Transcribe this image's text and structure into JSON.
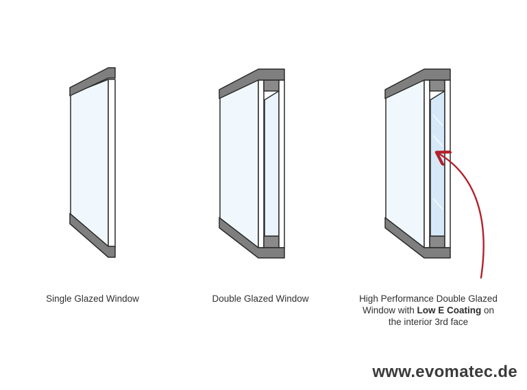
{
  "windows": [
    {
      "id": "single",
      "caption": "Single Glazed Window"
    },
    {
      "id": "double",
      "caption": "Double Glazed Window"
    },
    {
      "id": "high-performance",
      "caption_line1": "High Performance Double Glazed",
      "caption_line2_pre": "Window with ",
      "caption_line2_bold": "Low E Coating",
      "caption_line2_post": " on",
      "caption_line3": "the interior 3rd face"
    }
  ],
  "website": "www.evomatec.de",
  "colors": {
    "frame_fill": "#7f7f7f",
    "frame_outline": "#2a2a2a",
    "glass_fill": "#f1f8fd",
    "glass_edge": "#ffffff",
    "low_e_glass": "#d6e9f8",
    "arrow": "#b3202a"
  }
}
